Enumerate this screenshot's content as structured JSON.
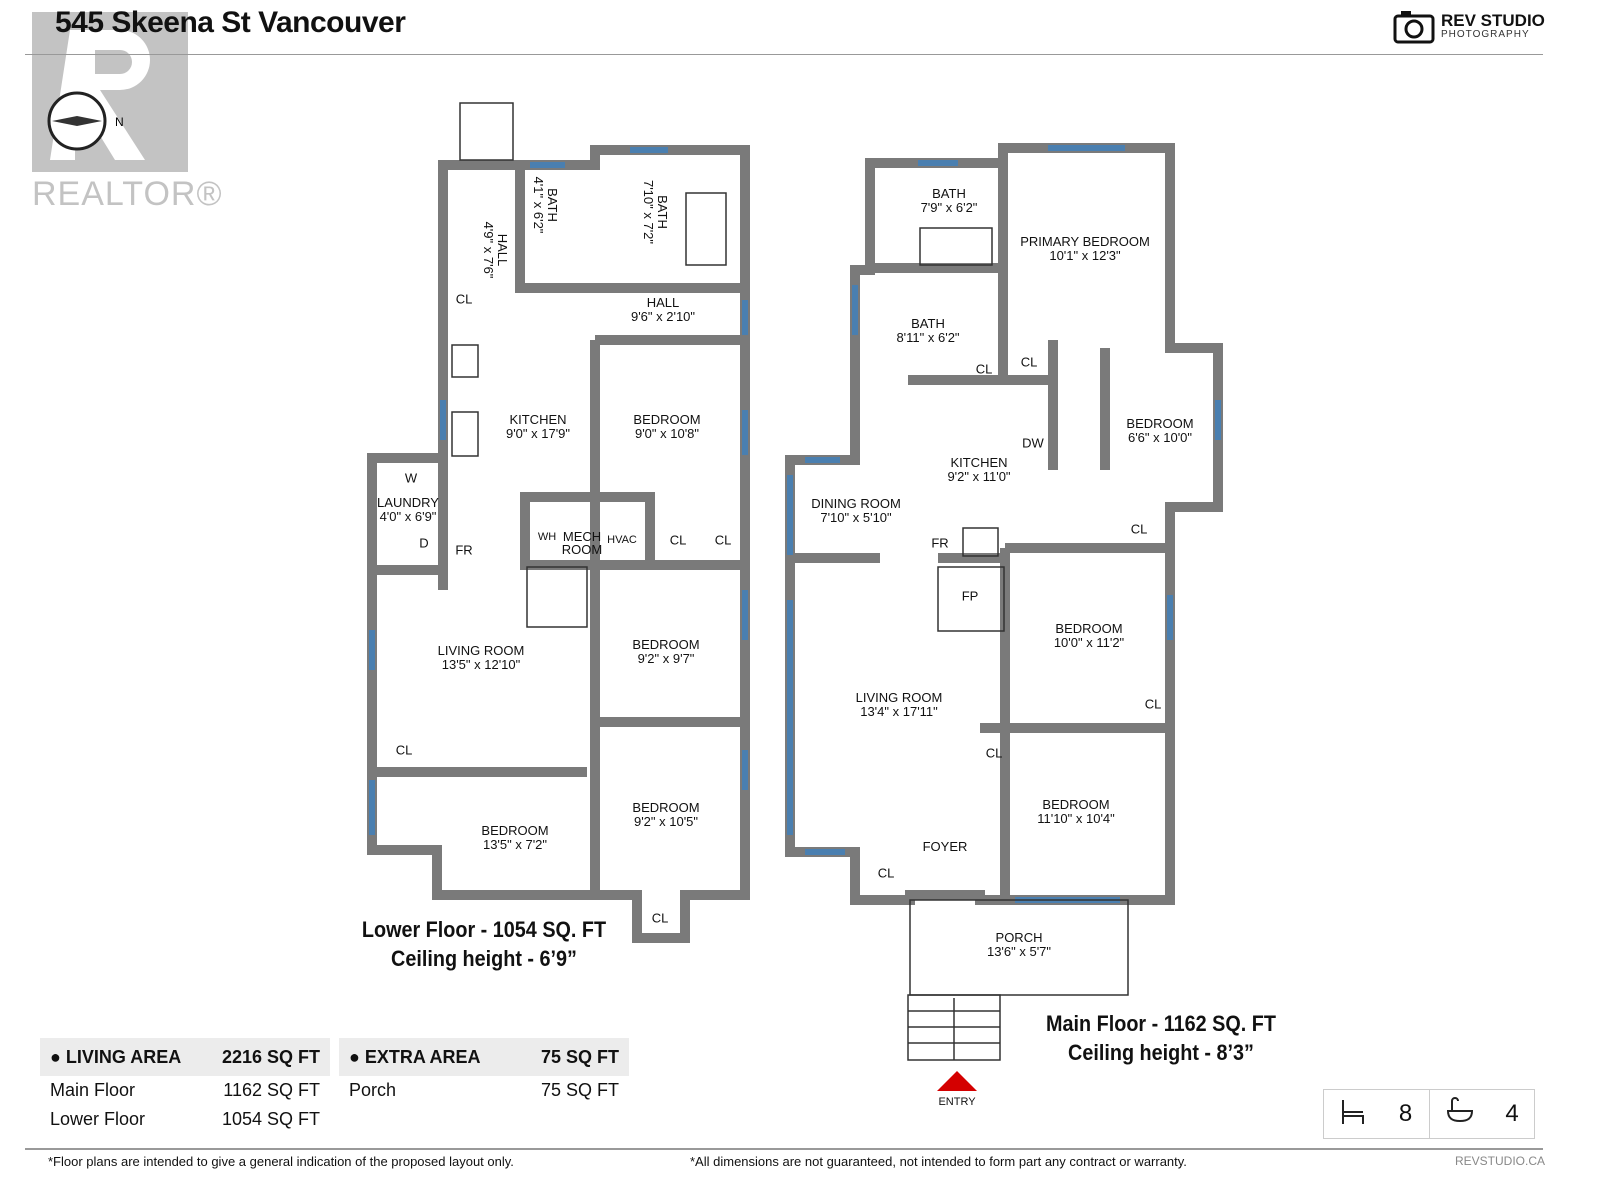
{
  "header": {
    "title": "545 Skeena St Vancouver",
    "brand_name": "REV STUDIO",
    "brand_sub": "PHOTOGRAPHY",
    "watermark": "REALTOR®",
    "compass": "N"
  },
  "lower_floor": {
    "label": "Lower Floor - 1054 SQ. FT",
    "ceiling": "Ceiling height - 6’9”",
    "rooms": [
      {
        "name": "HALL",
        "dim": "4'9\" x 7'6\""
      },
      {
        "name": "BATH",
        "dim": "4'1\" x 6'2\""
      },
      {
        "name": "BATH",
        "dim": "7'10\" x 7'2\""
      },
      {
        "name": "HALL",
        "dim": "9'6\" x 2'10\""
      },
      {
        "name": "KITCHEN",
        "dim": "9'0\" x 17'9\""
      },
      {
        "name": "BEDROOM",
        "dim": "9'0\" x 10'8\""
      },
      {
        "name": "LAUNDRY",
        "dim": "4'0\" x 6'9\""
      },
      {
        "name": "LIVING ROOM",
        "dim": "13'5\" x 12'10\""
      },
      {
        "name": "BEDROOM",
        "dim": "9'2\" x 9'7\""
      },
      {
        "name": "BEDROOM",
        "dim": "9'2\" x 10'5\""
      },
      {
        "name": "BEDROOM",
        "dim": "13'5\" x 7'2\""
      }
    ],
    "fixtures": [
      "CL",
      "W",
      "D",
      "FR",
      "WH",
      "MECH ROOM",
      "HVAC",
      "CL",
      "CL",
      "CL",
      "CL"
    ]
  },
  "main_floor": {
    "label": "Main Floor - 1162 SQ. FT",
    "ceiling": "Ceiling height - 8’3”",
    "rooms": [
      {
        "name": "BATH",
        "dim": "7'9\" x 6'2\""
      },
      {
        "name": "PRIMARY BEDROOM",
        "dim": "10'1\" x 12'3\""
      },
      {
        "name": "BATH",
        "dim": "8'11\" x 6'2\""
      },
      {
        "name": "BEDROOM",
        "dim": "6'6\" x 10'0\""
      },
      {
        "name": "KITCHEN",
        "dim": "9'2\" x 11'0\""
      },
      {
        "name": "DINING ROOM",
        "dim": "7'10\" x 5'10\""
      },
      {
        "name": "BEDROOM",
        "dim": "10'0\" x 11'2\""
      },
      {
        "name": "LIVING ROOM",
        "dim": "13'4\" x 17'11\""
      },
      {
        "name": "BEDROOM",
        "dim": "11'10\" x 10'4\""
      },
      {
        "name": "FOYER",
        "dim": ""
      },
      {
        "name": "PORCH",
        "dim": "13'6\" x 5'7\""
      }
    ],
    "fixtures": [
      "CL",
      "CL",
      "DW",
      "CL",
      "FR",
      "FP",
      "CL",
      "CL",
      "CL"
    ],
    "entry": "ENTRY"
  },
  "summary": {
    "living": {
      "title": "LIVING AREA",
      "total": "2216 SQ FT",
      "rows": [
        {
          "label": "Main Floor",
          "value": "1162 SQ FT"
        },
        {
          "label": "Lower Floor",
          "value": "1054 SQ FT"
        }
      ]
    },
    "extra": {
      "title": "EXTRA AREA",
      "total": "75 SQ FT",
      "rows": [
        {
          "label": "Porch",
          "value": "75 SQ FT"
        }
      ]
    },
    "bedrooms": "8",
    "bathrooms": "4"
  },
  "footer": {
    "left": "*Floor plans are intended to give a general indication of the proposed layout only.",
    "center": "*All dimensions are not guaranteed, not intended to form part any contract or warranty.",
    "right": "REVSTUDIO.CA"
  },
  "colors": {
    "wall": "#7a7a7a",
    "window": "#4a7fb0",
    "entry": "#d40000"
  }
}
